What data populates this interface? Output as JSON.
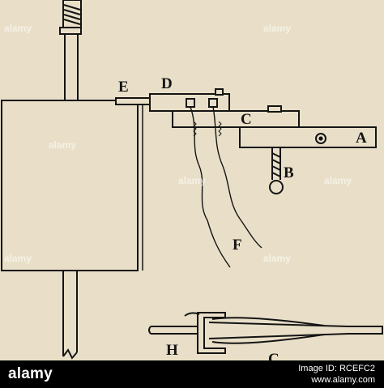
{
  "figure": {
    "labels": {
      "A": "A",
      "B": "B",
      "C_upper": "C",
      "C_lower": "C",
      "D": "D",
      "E": "E",
      "F": "F",
      "H": "H"
    }
  },
  "watermark": {
    "text": "alamy"
  },
  "bottom_bar": {
    "brand": "alamy",
    "caption": "Image ID: RCEFC2",
    "url": "www.alamy.com"
  },
  "colors": {
    "paper": "#e9dfc8",
    "ink": "#141414",
    "bar": "#000000"
  }
}
